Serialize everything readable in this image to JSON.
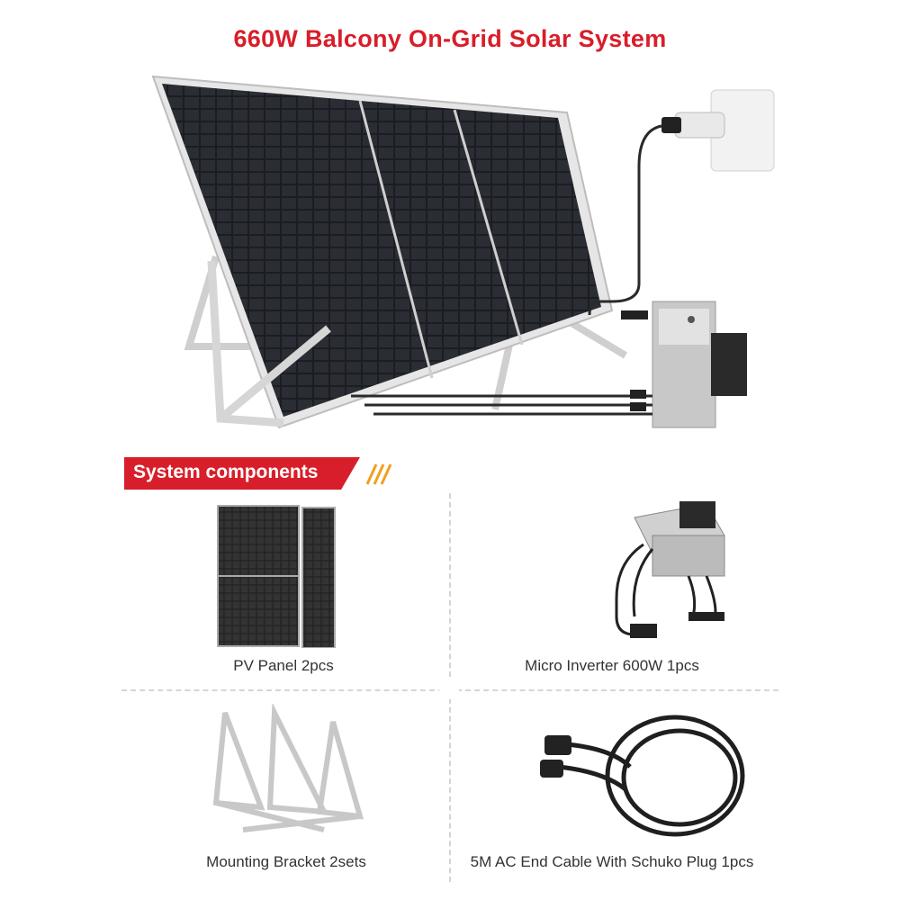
{
  "title": "660W Balcony On-Grid Solar System",
  "section_badge": "System components",
  "components": [
    {
      "label": "PV Panel 2pcs"
    },
    {
      "label": "Micro Inverter 600W 1pcs"
    },
    {
      "label": "Mounting Bracket 2sets"
    },
    {
      "label": "5M AC End Cable With Schuko Plug 1pcs"
    }
  ],
  "colors": {
    "accent": "#d81e2a",
    "badge_slashes": "#f0a020"
  }
}
